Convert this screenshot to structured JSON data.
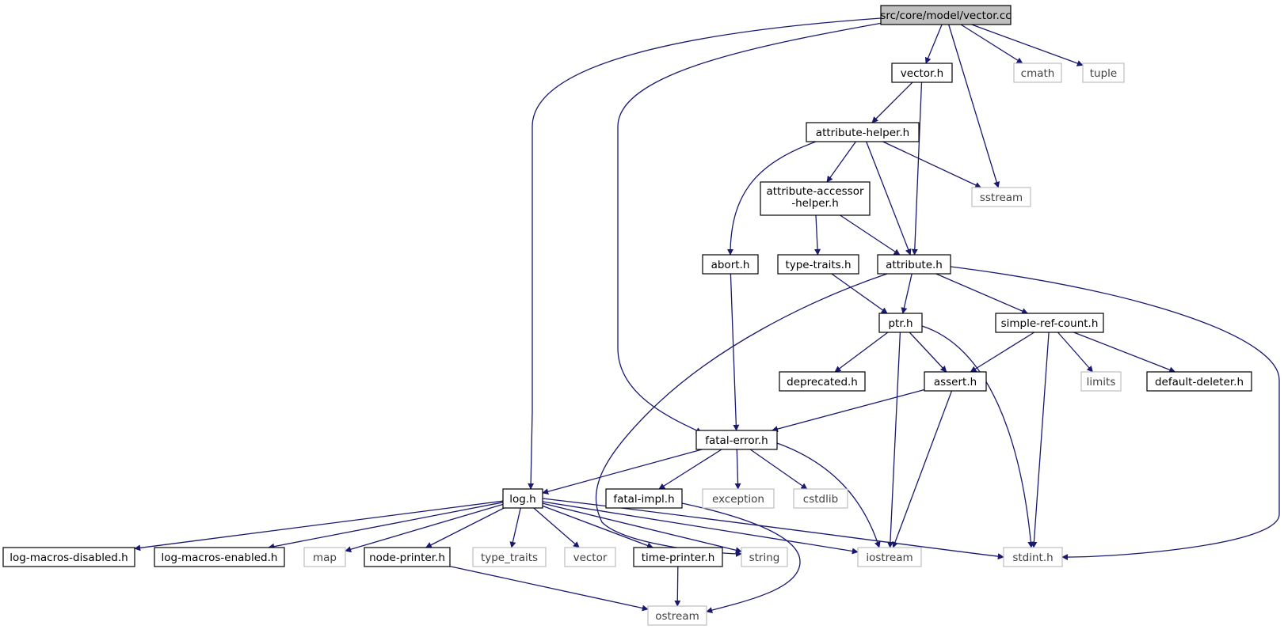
{
  "diagram": {
    "nodes": [
      {
        "id": "root",
        "label": "src/core/model/vector.cc",
        "kind": "root"
      },
      {
        "id": "vector_h",
        "label": "vector.h",
        "kind": "local"
      },
      {
        "id": "cmath",
        "label": "cmath",
        "kind": "system"
      },
      {
        "id": "tuple",
        "label": "tuple",
        "kind": "system"
      },
      {
        "id": "attr_helper",
        "label": "attribute-helper.h",
        "kind": "local"
      },
      {
        "id": "attr_accessor",
        "label": "attribute-accessor\n-helper.h",
        "kind": "local"
      },
      {
        "id": "sstream",
        "label": "sstream",
        "kind": "system"
      },
      {
        "id": "abort_h",
        "label": "abort.h",
        "kind": "local"
      },
      {
        "id": "type_traits_h",
        "label": "type-traits.h",
        "kind": "local"
      },
      {
        "id": "attribute_h",
        "label": "attribute.h",
        "kind": "local"
      },
      {
        "id": "ptr_h",
        "label": "ptr.h",
        "kind": "local"
      },
      {
        "id": "simple_ref",
        "label": "simple-ref-count.h",
        "kind": "local"
      },
      {
        "id": "deprecated_h",
        "label": "deprecated.h",
        "kind": "local"
      },
      {
        "id": "assert_h",
        "label": "assert.h",
        "kind": "local"
      },
      {
        "id": "limits",
        "label": "limits",
        "kind": "system"
      },
      {
        "id": "default_deleter",
        "label": "default-deleter.h",
        "kind": "local"
      },
      {
        "id": "fatal_error",
        "label": "fatal-error.h",
        "kind": "local"
      },
      {
        "id": "log_h",
        "label": "log.h",
        "kind": "local"
      },
      {
        "id": "fatal_impl",
        "label": "fatal-impl.h",
        "kind": "local"
      },
      {
        "id": "exception",
        "label": "exception",
        "kind": "system"
      },
      {
        "id": "cstdlib",
        "label": "cstdlib",
        "kind": "system"
      },
      {
        "id": "log_disabled",
        "label": "log-macros-disabled.h",
        "kind": "local"
      },
      {
        "id": "log_enabled",
        "label": "log-macros-enabled.h",
        "kind": "local"
      },
      {
        "id": "map",
        "label": "map",
        "kind": "system"
      },
      {
        "id": "node_printer",
        "label": "node-printer.h",
        "kind": "local"
      },
      {
        "id": "type_traits",
        "label": "type_traits",
        "kind": "system"
      },
      {
        "id": "vector",
        "label": "vector",
        "kind": "system"
      },
      {
        "id": "time_printer",
        "label": "time-printer.h",
        "kind": "local"
      },
      {
        "id": "string",
        "label": "string",
        "kind": "system"
      },
      {
        "id": "iostream",
        "label": "iostream",
        "kind": "system"
      },
      {
        "id": "stdint",
        "label": "stdint.h",
        "kind": "system"
      },
      {
        "id": "ostream",
        "label": "ostream",
        "kind": "system"
      }
    ],
    "edges": [
      [
        "root",
        "vector_h"
      ],
      [
        "root",
        "cmath"
      ],
      [
        "root",
        "tuple"
      ],
      [
        "root",
        "sstream"
      ],
      [
        "root",
        "log_h"
      ],
      [
        "root",
        "fatal_error"
      ],
      [
        "vector_h",
        "attr_helper"
      ],
      [
        "vector_h",
        "attribute_h"
      ],
      [
        "attr_helper",
        "abort_h"
      ],
      [
        "attr_helper",
        "attr_accessor"
      ],
      [
        "attr_helper",
        "attribute_h"
      ],
      [
        "attr_helper",
        "sstream"
      ],
      [
        "attr_accessor",
        "type_traits_h"
      ],
      [
        "attr_accessor",
        "attribute_h"
      ],
      [
        "abort_h",
        "fatal_error"
      ],
      [
        "type_traits_h",
        "ptr_h"
      ],
      [
        "attribute_h",
        "ptr_h"
      ],
      [
        "attribute_h",
        "simple_ref"
      ],
      [
        "attribute_h",
        "string"
      ],
      [
        "attribute_h",
        "stdint"
      ],
      [
        "ptr_h",
        "deprecated_h"
      ],
      [
        "ptr_h",
        "assert_h"
      ],
      [
        "ptr_h",
        "iostream"
      ],
      [
        "ptr_h",
        "stdint"
      ],
      [
        "simple_ref",
        "assert_h"
      ],
      [
        "simple_ref",
        "limits"
      ],
      [
        "simple_ref",
        "default_deleter"
      ],
      [
        "simple_ref",
        "stdint"
      ],
      [
        "assert_h",
        "fatal_error"
      ],
      [
        "assert_h",
        "iostream"
      ],
      [
        "fatal_error",
        "log_h"
      ],
      [
        "fatal_error",
        "fatal_impl"
      ],
      [
        "fatal_error",
        "exception"
      ],
      [
        "fatal_error",
        "cstdlib"
      ],
      [
        "fatal_error",
        "iostream"
      ],
      [
        "fatal_impl",
        "ostream"
      ],
      [
        "log_h",
        "log_disabled"
      ],
      [
        "log_h",
        "log_enabled"
      ],
      [
        "log_h",
        "map"
      ],
      [
        "log_h",
        "node_printer"
      ],
      [
        "log_h",
        "type_traits"
      ],
      [
        "log_h",
        "vector"
      ],
      [
        "log_h",
        "time_printer"
      ],
      [
        "log_h",
        "string"
      ],
      [
        "log_h",
        "iostream"
      ],
      [
        "log_h",
        "stdint"
      ],
      [
        "node_printer",
        "ostream"
      ],
      [
        "time_printer",
        "ostream"
      ]
    ],
    "colors": {
      "edge": "#191970",
      "root_fill": "#bfbfbf",
      "local_border": "#000000",
      "system_border": "#bfbfbf"
    }
  }
}
